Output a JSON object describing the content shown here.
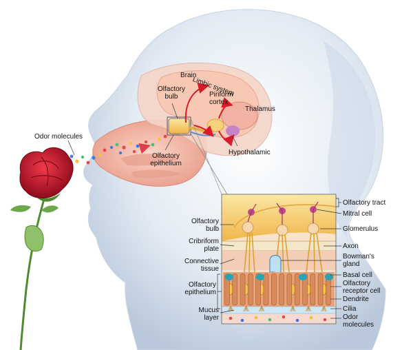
{
  "labels": {
    "brain": "Brain",
    "limbic_system": "Limbic system",
    "olfactory_bulb_head": "Olfactory bulb",
    "piriform_cortex": "Piriform cortex",
    "thalamus": "Thalamus",
    "hypothalamic": "Hypothalamic",
    "odor_molecules_head": "Odor molecules",
    "olfactory_epithelium_head": "Olfactory epithelium",
    "left": {
      "olfactory_bulb": "Olfactory bulb",
      "cribriform_plate": "Cribriform plate",
      "connective_tissue": "Connective tissue",
      "olfactory_epithelium": "Olfactory epithelium",
      "mucus_layer": "Mucus layer"
    },
    "right": {
      "olfactory_tract": "Olfactory tract",
      "mitral_cell": "Mitral cell",
      "glomerulus": "Glomerulus",
      "axon": "Axon",
      "bowmans_gland": "Bowman's gland",
      "basal_cell": "Basal cell",
      "olfactory_receptor_cell": "Olfactory receptor cell",
      "dendrite": "Dendrite",
      "cilia": "Cilia",
      "odor_molecules": "Odor molecules"
    }
  },
  "colors": {
    "skin": "#d9e4ef",
    "nasal_cavity": "#f2b8a8",
    "arrow": "#d81b2a",
    "bulb": "#f3c25a",
    "rose": "#c8102e",
    "leaf": "#5c9a3c"
  }
}
